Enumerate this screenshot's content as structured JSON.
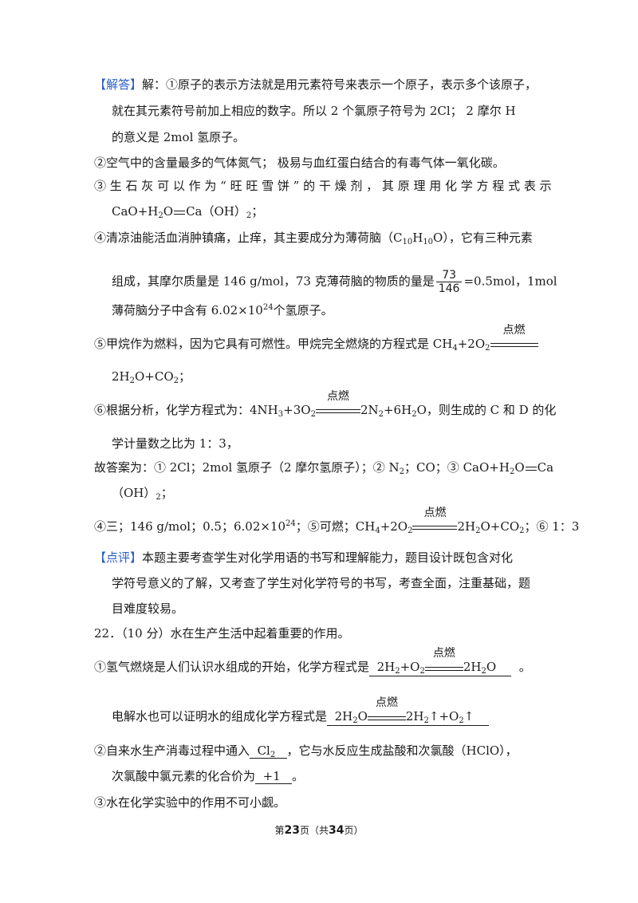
{
  "answer": {
    "tag": "【解答】",
    "l1": "解：①原子的表示方法就是用元素符号来表示一个原子，表示多个该原子，",
    "l2": "就在其元素符号前加上相应的数字。所以 2 个氯原子符号为  2Cl；    2 摩尔 H",
    "l3": "的意义是 2mol 氢原子。",
    "l4": "②空气中的含量最多的气体氮气；   极易与血红蛋白结合的有毒气体一氧化碳。",
    "l5": "③ 生 石 灰 可 以 作 为 “ 旺 旺 雪 饼 ” 的 干 燥 剂 ， 其 原 理 用 化 学 方 程 式 表 示",
    "l6a": "CaO+H",
    "l6b": "2",
    "l6c": "O",
    "l6d": "Ca（OH）",
    "l6e": "2",
    "l6f": "；",
    "l7a": "④清凉油能活血消肿镇痛，止痒，其主要成分为薄荷脑（C",
    "l7b": "10",
    "l7c": "H",
    "l7d": "10",
    "l7e": "O），它有三种元素",
    "l8a": "组成，其摩尔质量是 146  g/mol，73 克薄荷脑的物质的量是",
    "frac_num": "73",
    "frac_den": "146",
    "l8b": "=0.5mol，1mol",
    "l9a": "薄荷脑分子中含有 6.02×10",
    "l9b": "24",
    "l9c": "个氢原子。",
    "l10a": "⑤甲烷作为燃料，因为它具有可燃性。甲烷完全燃烧的方程式是 CH",
    "l10b": "4",
    "l10c": "+2O",
    "l10d": "2",
    "l11a": "2H",
    "l11b": "2",
    "l11c": "O+CO",
    "l11d": "2",
    "l11e": "；",
    "l12a": "⑥根据分析，化学方程式为：4NH",
    "l12b": "3",
    "l12c": "+3O",
    "l12d": "2",
    "l12e": "2N",
    "l12f": "2",
    "l12g": "+6H",
    "l12h": "2",
    "l12i": "O，则生成的  C 和 D  的化",
    "l13": "学计量数之比为 1：3，",
    "l14a": "故答案为：① 2Cl；2mol 氢原子（2 摩尔氢原子）；② N",
    "l14b": "2",
    "l14c": "；CO；③ CaO+H",
    "l14d": "2",
    "l14e": "O",
    "l14f": "Ca",
    "l15a": "（OH）",
    "l15b": "2",
    "l15c": "；",
    "l16a": "④三；146  g/mol；0.5；6.02×10",
    "l16b": "24",
    "l16c": "；⑤可燃；CH",
    "l16d": "4",
    "l16e": "+2O",
    "l16f": "2",
    "l16g": "2H",
    "l16h": "2",
    "l16i": "O+CO",
    "l16j": "2",
    "l16k": "；⑥ 1：3",
    "condition": "点燃"
  },
  "comment": {
    "tag": "【点评】",
    "l1": "本题主要考查学生对化学用语的书写和理解能力，题目设计既包含对化",
    "l2": "学符号意义的了解，又考查了学生对化学符号的书写，考查全面，注重基础，题",
    "l3": "目难度较易。"
  },
  "q22": {
    "title": "22．（10 分）水在生产生活中起着重要的作用。",
    "l1a": "①氢气燃烧是人们认识水组成的开始，化学方程式是",
    "ans1a": "2H",
    "ans1b": "2",
    "ans1c": "+O",
    "ans1d": "2",
    "ans1e": "2H",
    "ans1f": "2",
    "ans1g": "O",
    "l1end": "。",
    "l2a": "电解水也可以证明水的组成化学方程式是",
    "ans2a": "2H",
    "ans2b": "2",
    "ans2c": "O",
    "ans2d": "2H",
    "ans2e": "2",
    "ans2f": "↑+O",
    "ans2g": "2",
    "ans2h": "↑",
    "l3a": "②自来水生产消毒过程中通入",
    "ans3a": "Cl",
    "ans3b": "2",
    "l3b": "，它与水反应生成盐酸和次氯酸（HClO），",
    "l4a": "次氯酸中氯元素的化合价为",
    "ans4": "+1",
    "l4b": "。",
    "l5": "③水在化学实验中的作用不可小觑。"
  },
  "footer": {
    "pre": "第",
    "page": "23",
    "mid": "页（共",
    "total": "34",
    "post": "页）"
  }
}
